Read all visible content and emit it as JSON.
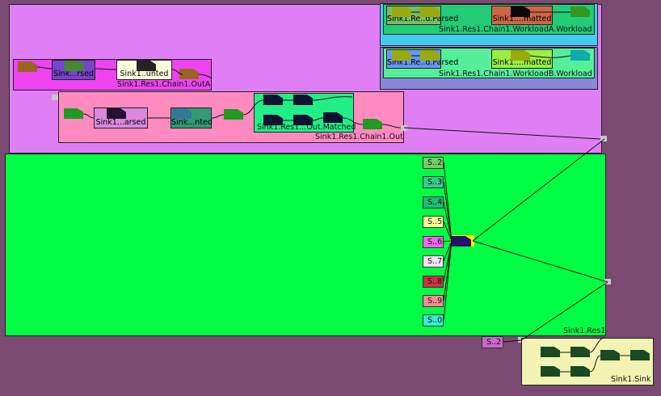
{
  "colors": {
    "outer_bg": "#7a4a72",
    "chain1": "#e07ff5",
    "res1": "#00ff44",
    "chainOut": "#ff8ac0",
    "outA": "#ee44f0",
    "workloadA": "#44ccee",
    "workloadB": "#8888d8",
    "sink": "#f3f3b3"
  },
  "regions": {
    "chain1": {
      "label": ""
    },
    "res1": {
      "label": "Sink1.Res1"
    },
    "sink": {
      "label": "Sink1.Sink"
    },
    "workloadA": {
      "label": "Sink1.Res1.Chain1.WorkloadA.Workload"
    },
    "workloadB": {
      "label": "Sink1.Res1.Chain1.WorkloadB.Workload"
    },
    "outA": {
      "label": "Sink1.Res1.Chain1.OutA"
    },
    "chainOut": {
      "label": "Sink1.Res1.Chain1.Out"
    },
    "outMatched": {
      "label": "Sink1.Res1...Out.Matched"
    }
  },
  "nodes": {
    "wa_parsed": "Sink1.Re..d.Parsed",
    "wa_matted": "Sink1....matted",
    "wb_parsed": "Sink1.Re..d.Parsed",
    "wb_matted": "Sink1....matted",
    "outa_rsed": "Sink...rsed",
    "outa_unted": "Sink1..unted",
    "out_arsed": "Sink1...arsed",
    "out_nted": "Sink...nted"
  },
  "sources": [
    "S..2",
    "S..3",
    "S..4",
    "S..5",
    "S..6",
    "S..7",
    "S..8",
    "S..9",
    "S..0"
  ],
  "bottom_source": "S..2"
}
